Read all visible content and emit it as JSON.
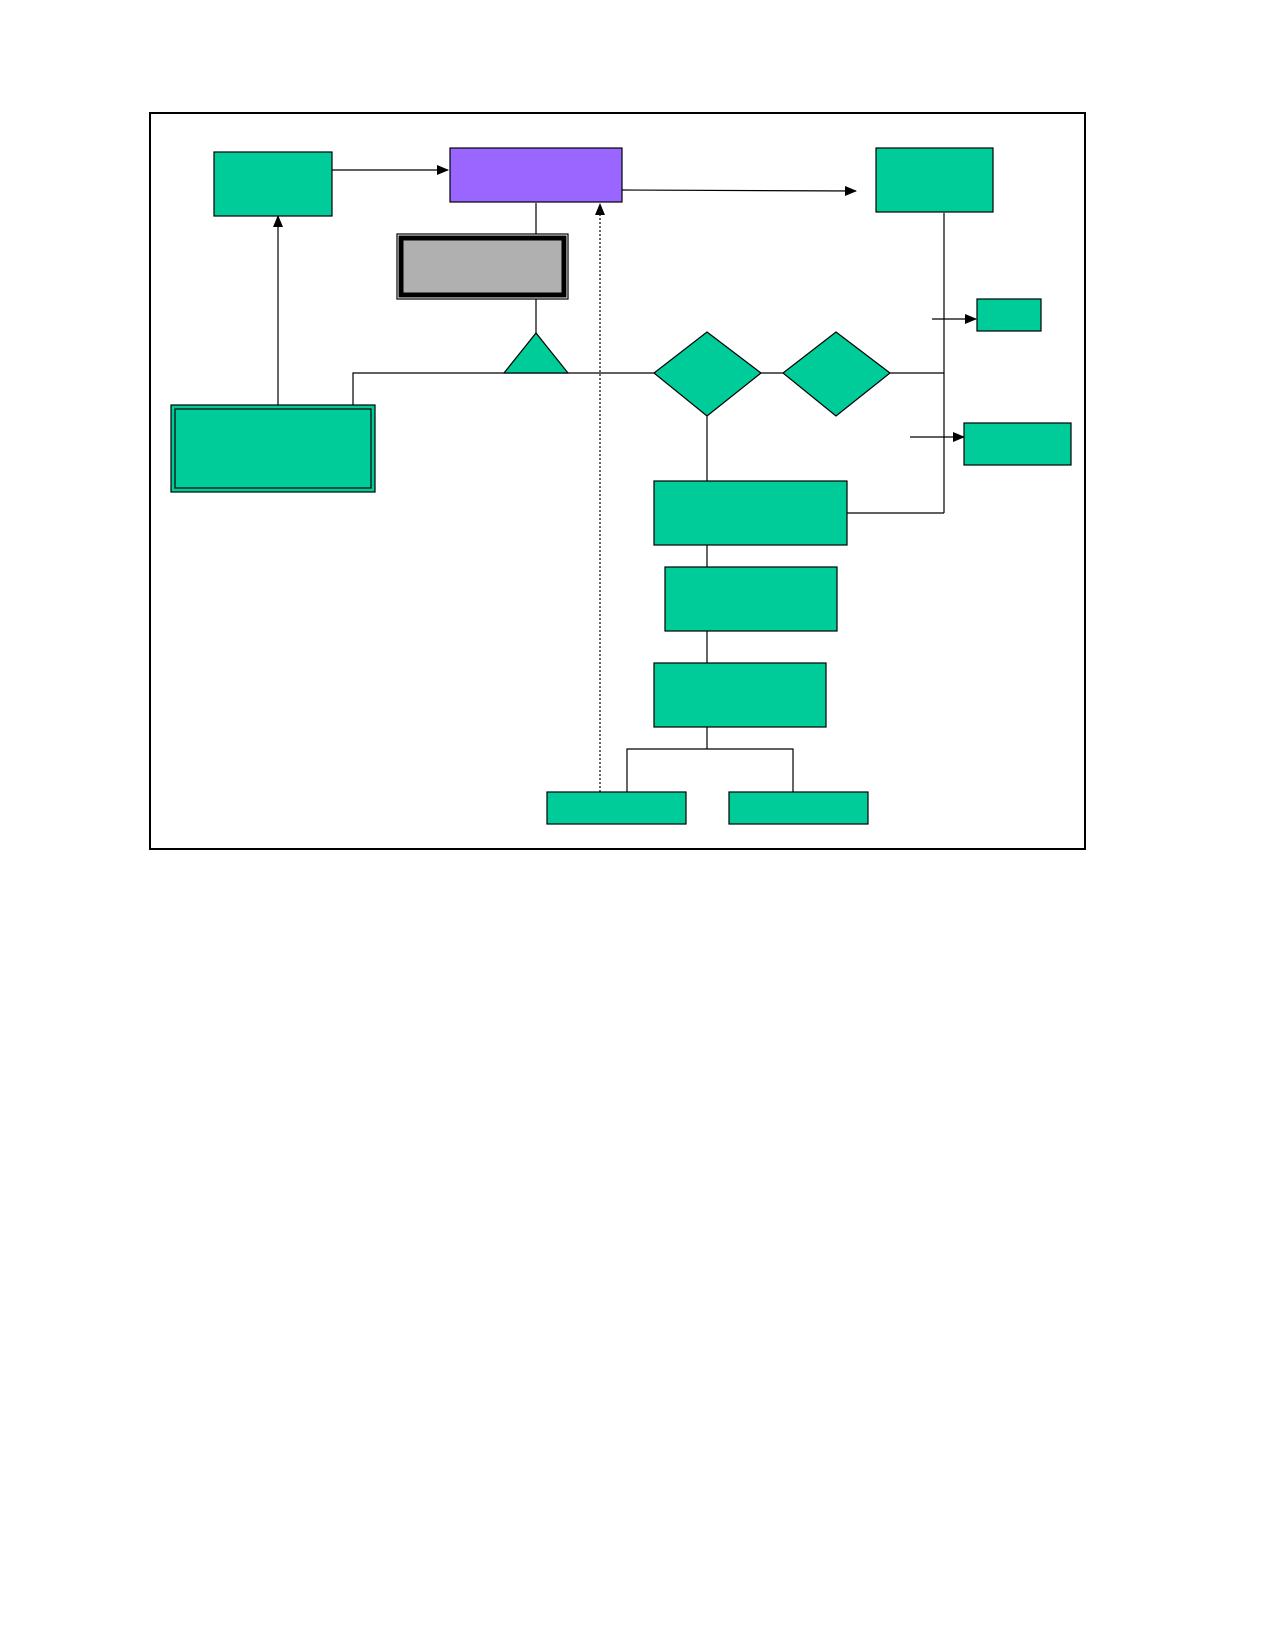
{
  "colors": {
    "background": "#ffffff",
    "frame": "#000000",
    "node_fill": "#00cc99",
    "highlight_fill": "#9966ff",
    "gray_fill": "#b0b0b0",
    "stroke": "#000000"
  },
  "diagram": {
    "nodes": [
      {
        "id": "top-left-box",
        "shape": "rect",
        "fill": "node_fill"
      },
      {
        "id": "central-purple-box",
        "shape": "rect",
        "fill": "highlight_fill"
      },
      {
        "id": "top-right-box",
        "shape": "rect",
        "fill": "node_fill"
      },
      {
        "id": "gray-double-border-box",
        "shape": "rect",
        "fill": "gray_fill",
        "border": "double-thick"
      },
      {
        "id": "left-double-border-box",
        "shape": "rect",
        "fill": "node_fill",
        "border": "double"
      },
      {
        "id": "triangle-node",
        "shape": "triangle",
        "fill": "node_fill"
      },
      {
        "id": "diamond-left",
        "shape": "diamond",
        "fill": "node_fill"
      },
      {
        "id": "diamond-right",
        "shape": "diamond",
        "fill": "node_fill"
      },
      {
        "id": "small-right-box-upper",
        "shape": "rect",
        "fill": "node_fill"
      },
      {
        "id": "small-right-box-lower",
        "shape": "rect",
        "fill": "node_fill"
      },
      {
        "id": "chain-box-1",
        "shape": "rect",
        "fill": "node_fill"
      },
      {
        "id": "chain-box-2",
        "shape": "rect",
        "fill": "node_fill"
      },
      {
        "id": "chain-box-3",
        "shape": "rect",
        "fill": "node_fill"
      },
      {
        "id": "bottom-box-left",
        "shape": "rect",
        "fill": "node_fill"
      },
      {
        "id": "bottom-box-right",
        "shape": "rect",
        "fill": "node_fill"
      }
    ],
    "edges": [
      {
        "from": "top-left-box",
        "to": "central-purple-box",
        "style": "arrow"
      },
      {
        "from": "central-purple-box",
        "to": "top-right-box",
        "style": "arrow"
      },
      {
        "from": "left-double-border-box",
        "to": "top-left-box",
        "style": "arrow"
      },
      {
        "from": "central-purple-box",
        "to": "gray-double-border-box",
        "style": "line"
      },
      {
        "from": "gray-double-border-box",
        "to": "triangle-node",
        "style": "line"
      },
      {
        "from": "left-double-border-box",
        "to": "diamond-left",
        "style": "line"
      },
      {
        "from": "diamond-left",
        "to": "diamond-right",
        "style": "line"
      },
      {
        "from": "diamond-right",
        "to": "top-right-box",
        "style": "line"
      },
      {
        "from": "diamond-left",
        "to": "chain-box-1",
        "style": "line"
      },
      {
        "from": "chain-box-1",
        "to": "top-right-box",
        "style": "line"
      },
      {
        "from": "chain-box-1",
        "to": "chain-box-2",
        "style": "line"
      },
      {
        "from": "chain-box-2",
        "to": "chain-box-3",
        "style": "line"
      },
      {
        "from": "chain-box-3",
        "to": "bottom-box-left",
        "style": "line"
      },
      {
        "from": "chain-box-3",
        "to": "bottom-box-right",
        "style": "line"
      },
      {
        "from": "bottom-box-left",
        "to": "central-purple-box",
        "style": "dotted-arrow"
      },
      {
        "from": "vertical-bus",
        "to": "small-right-box-upper",
        "style": "arrow"
      },
      {
        "from": "vertical-bus",
        "to": "small-right-box-lower",
        "style": "arrow"
      }
    ]
  }
}
